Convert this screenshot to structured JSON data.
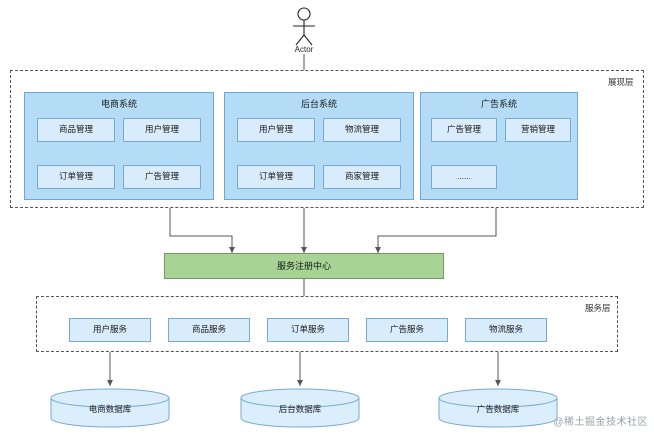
{
  "diagram": {
    "actor": {
      "label": "Actor"
    },
    "layers": [
      {
        "id": "presentation",
        "label": "展现层"
      },
      {
        "id": "service",
        "label": "服务层"
      }
    ],
    "systems": [
      {
        "title": "电商系统",
        "modules": [
          "商品管理",
          "用户管理",
          "订单管理",
          "广告管理"
        ]
      },
      {
        "title": "后台系统",
        "modules": [
          "用户管理",
          "物流管理",
          "订单管理",
          "商家管理"
        ]
      },
      {
        "title": "广告系统",
        "modules": [
          "广告管理",
          "营销管理",
          "......"
        ]
      }
    ],
    "registry": {
      "label": "服务注册中心"
    },
    "services": [
      "用户服务",
      "商品服务",
      "订单服务",
      "广告服务",
      "物流服务"
    ],
    "databases": [
      "电商数据库",
      "后台数据库",
      "广告数据库"
    ],
    "watermark": "@稀土掘金技术社区",
    "colors": {
      "system_fill": "#b5dcf7",
      "module_fill": "#d9ecfb",
      "module_stroke": "#76aad2",
      "registry_fill": "#a7d495",
      "db_fill": "#dbeefb",
      "line": "#555555"
    }
  }
}
